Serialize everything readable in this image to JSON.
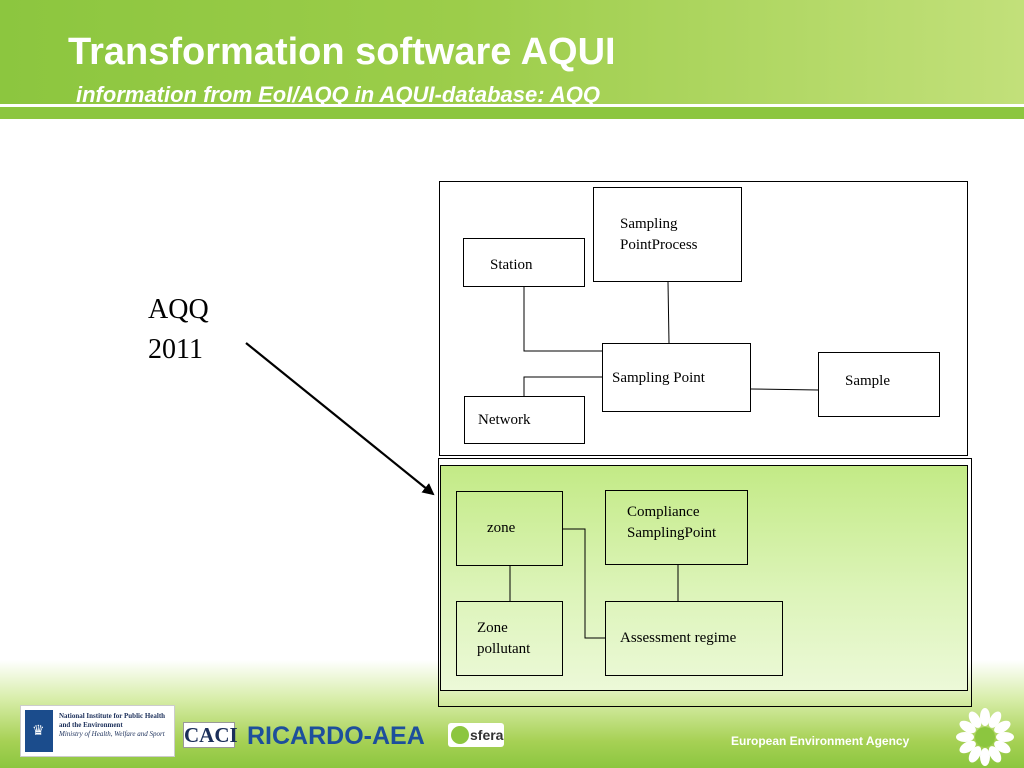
{
  "header": {
    "title": "Transformation software AQUI",
    "subtitle": "information from EoI/AQQ in AQUI-database: AQQ"
  },
  "callout": {
    "line1": "AQQ",
    "line2": "2011"
  },
  "diagram_top": {
    "station": "Station",
    "sampling_point_process": [
      "Sampling",
      "PointProcess"
    ],
    "sampling_point": "Sampling Point",
    "sample": "Sample",
    "network": "Network"
  },
  "diagram_bottom": {
    "zone": "zone",
    "compliance_sampling_point": [
      "Compliance",
      "SamplingPoint"
    ],
    "zone_pollutant": [
      "Zone",
      "pollutant"
    ],
    "assessment_regime": "Assessment regime"
  },
  "footer": {
    "nih": [
      "National Institute for Public Health",
      "and the Environment",
      "Ministry of Health, Welfare and Sport"
    ],
    "caci": "CACI",
    "ricardo": "RICARDO-AEA",
    "sfera": "sfera",
    "eea": "European Environment Agency"
  },
  "colors": {
    "brand_green": "#8cc63f",
    "panel_green": "#c3ea86",
    "ricardo_blue": "#1d4f9c"
  },
  "icons": {
    "nih_logo": "crest-icon",
    "eea_logo": "sun-icon",
    "sfera_logo": "sfera-icon"
  }
}
